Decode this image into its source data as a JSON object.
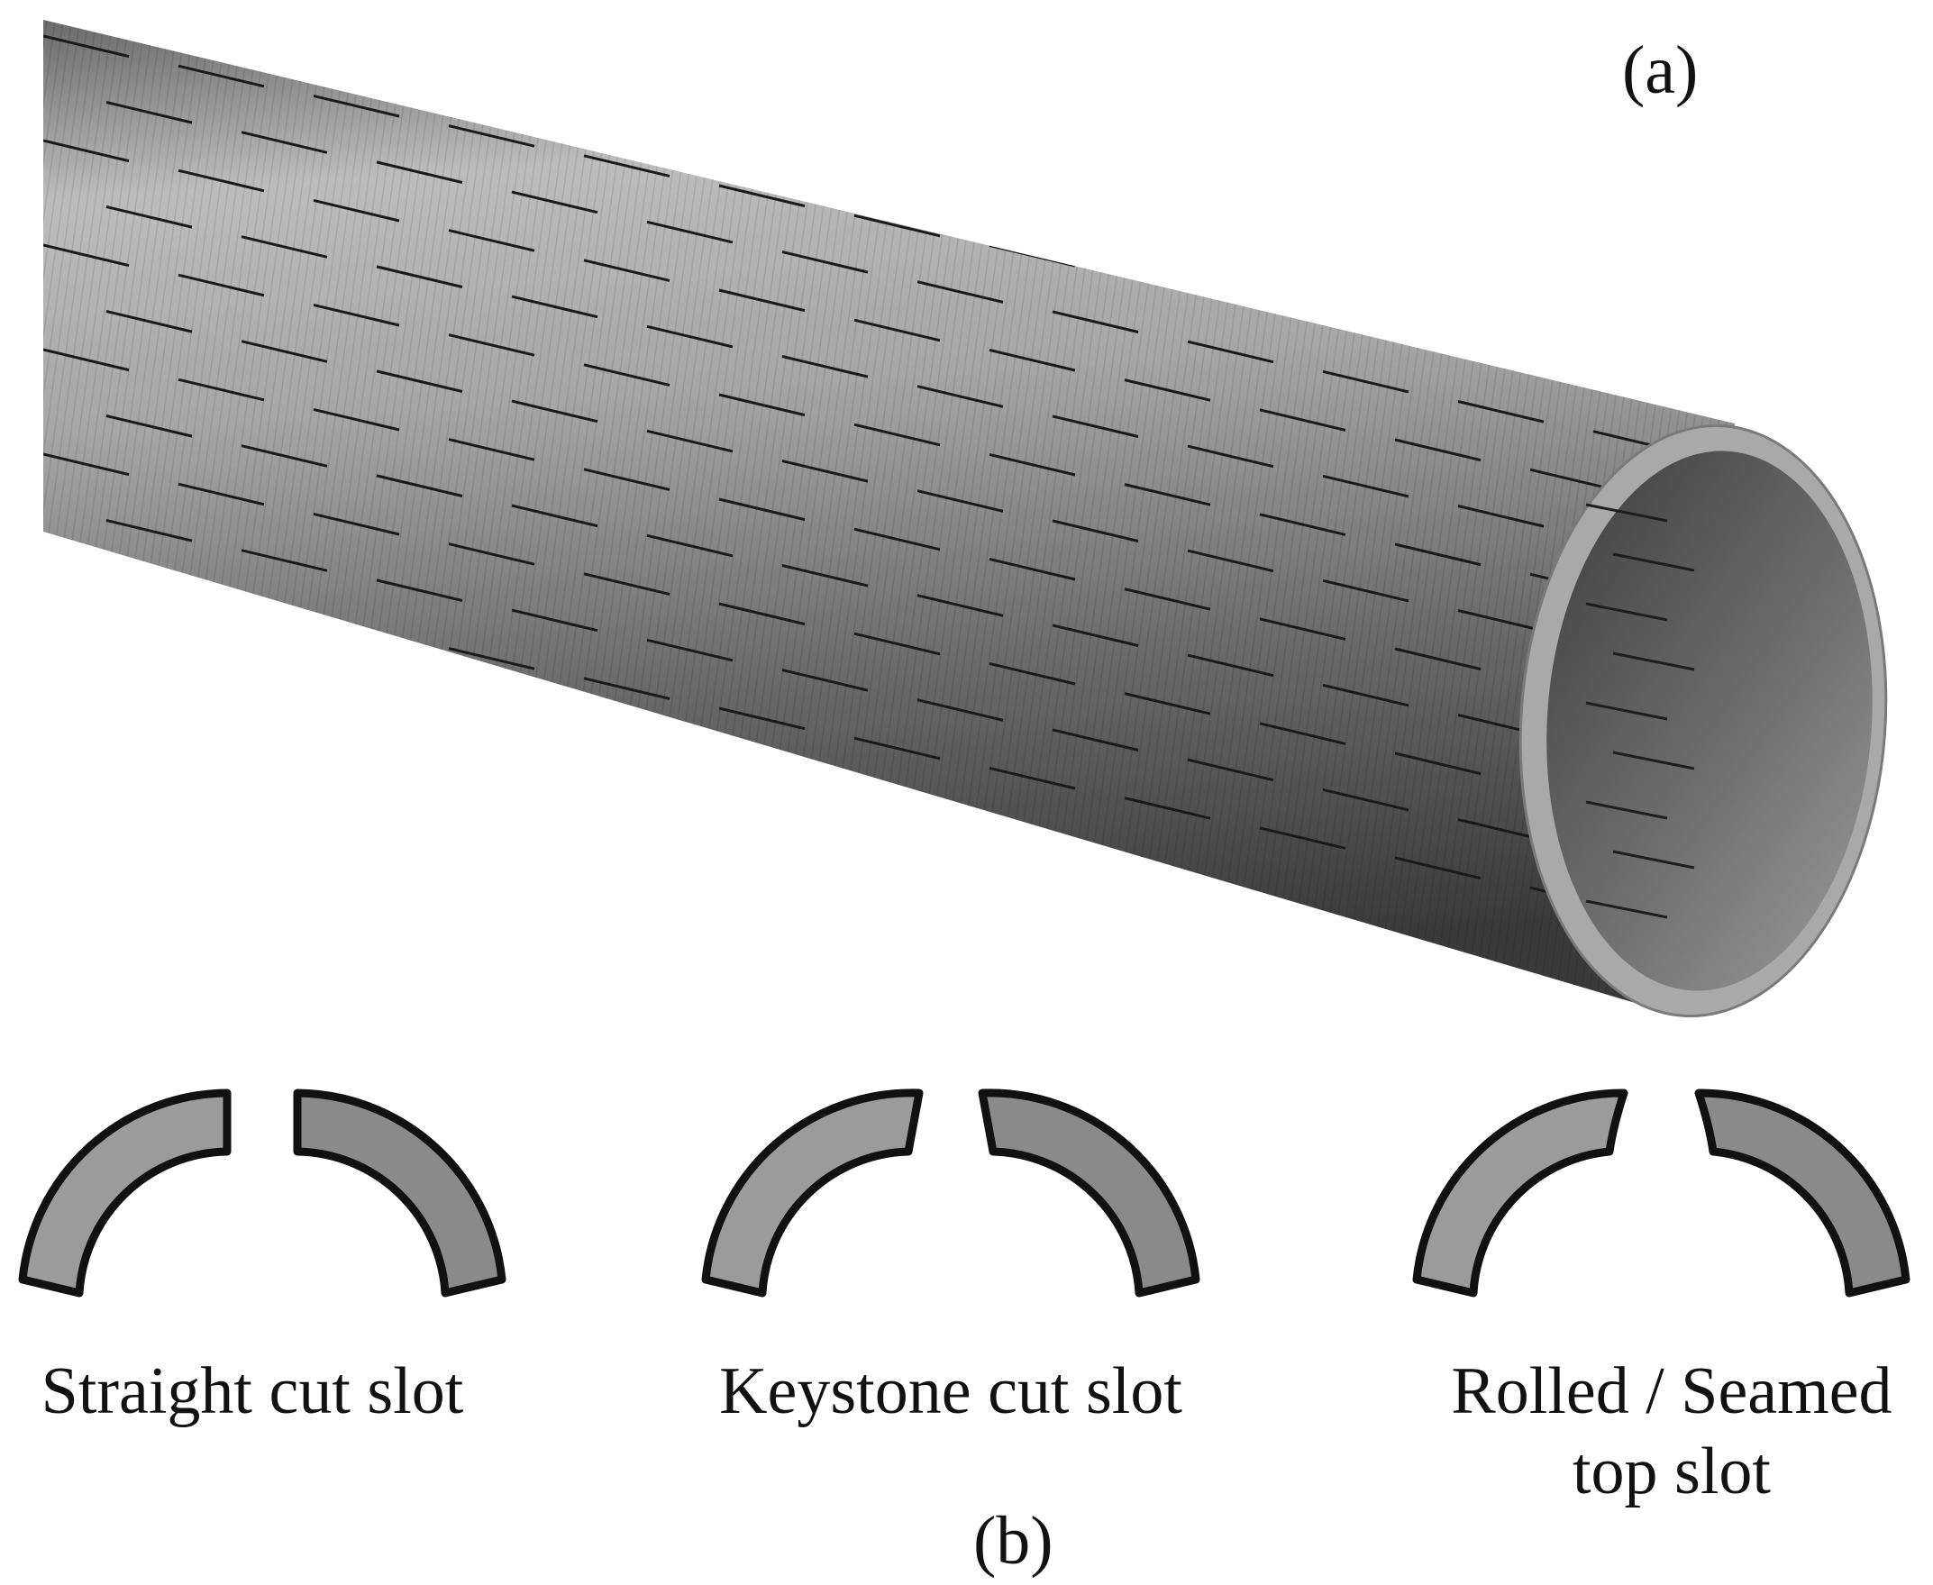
{
  "panel_a": {
    "label": "(a)"
  },
  "panel_b": {
    "label": "(b)"
  },
  "slot_types": [
    {
      "line1": "Straight cut slot",
      "line2": ""
    },
    {
      "line1": "Keystone cut slot",
      "line2": ""
    },
    {
      "line1": "Rolled / Seamed",
      "line2": "top slot"
    }
  ],
  "colors": {
    "pipe_light": "#b9b9b9",
    "pipe_dark": "#3c3c3c",
    "slot_line": "#1a1a1a",
    "segment_fill": "#9a9a9a",
    "segment_stroke": "#111111"
  }
}
